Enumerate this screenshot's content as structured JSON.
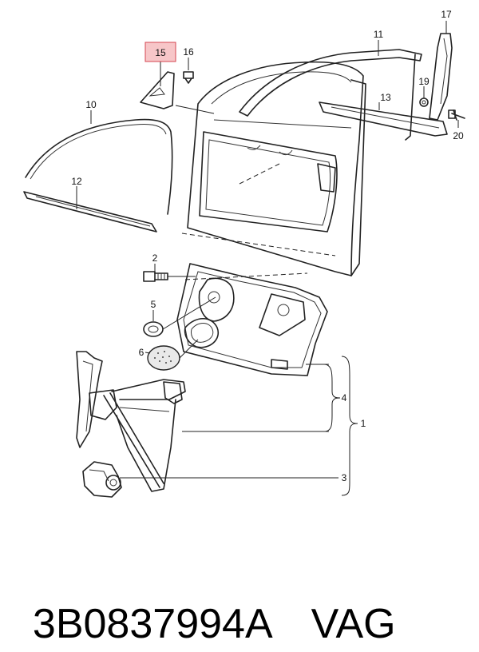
{
  "callouts": {
    "c1": "1",
    "c2": "2",
    "c3": "3",
    "c4": "4",
    "c5": "5",
    "c6": "6",
    "c10": "10",
    "c11": "11",
    "c12": "12",
    "c13": "13",
    "c15": "15",
    "c16": "16",
    "c17": "17",
    "c19": "19",
    "c20": "20"
  },
  "highlight": {
    "callout": "15",
    "color": "#f7c6c8",
    "border": "#d64550"
  },
  "footer": {
    "part_number": "3B0837994A",
    "brand": "VAG"
  }
}
